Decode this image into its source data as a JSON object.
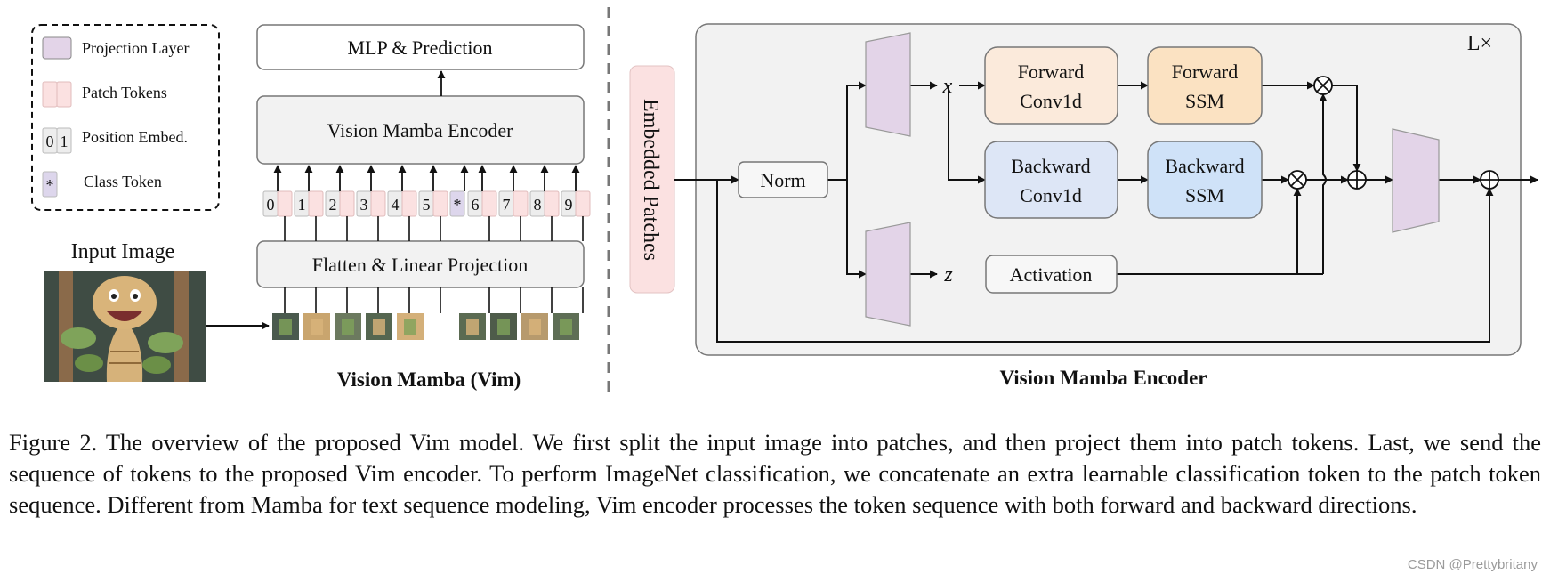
{
  "legend": {
    "projection_layer": "Projection Layer",
    "patch_tokens": "Patch Tokens",
    "position_embed": "Position Embed.",
    "position_digits": [
      "0",
      "1"
    ],
    "class_token": "Class Token",
    "class_symbol": "*"
  },
  "vim": {
    "mlp_prediction": "MLP & Prediction",
    "encoder": "Vision Mamba Encoder",
    "flatten": "Flatten & Linear Projection",
    "positions": [
      "0",
      "1",
      "2",
      "3",
      "4",
      "5",
      "*",
      "6",
      "7",
      "8",
      "9"
    ],
    "input_image": "Input Image",
    "title": "Vision Mamba (Vim)"
  },
  "encoder": {
    "embedded_patches": "Embedded Patches",
    "norm": "Norm",
    "x": "x",
    "z": "z",
    "forward_conv": [
      "Forward",
      "Conv1d"
    ],
    "forward_ssm": [
      "Forward",
      "SSM"
    ],
    "backward_conv": [
      "Backward",
      "Conv1d"
    ],
    "backward_ssm": [
      "Backward",
      "SSM"
    ],
    "activation": "Activation",
    "repeat": "L×",
    "title": "Vision Mamba Encoder"
  },
  "colors": {
    "projection": "#e3d4e8",
    "patch": "#fbe1e1",
    "forward": "#fbeadb",
    "forward_ssm": "#fbe2c2",
    "backward": "#dde6f6",
    "backward_ssm": "#cfe2f8",
    "class": "#ddd6ec",
    "position": "#ededed",
    "panel": "#f2f2f2"
  },
  "caption": "Figure 2. The overview of the proposed Vim model. We first split the input image into patches, and then project them into patch tokens. Last, we send the sequence of tokens to the proposed Vim encoder. To perform ImageNet classification, we concatenate an extra learnable classification token to the patch token sequence. Different from Mamba for text sequence modeling, Vim encoder processes the token sequence with both forward and backward directions.",
  "watermark": "CSDN @Prettybritany"
}
